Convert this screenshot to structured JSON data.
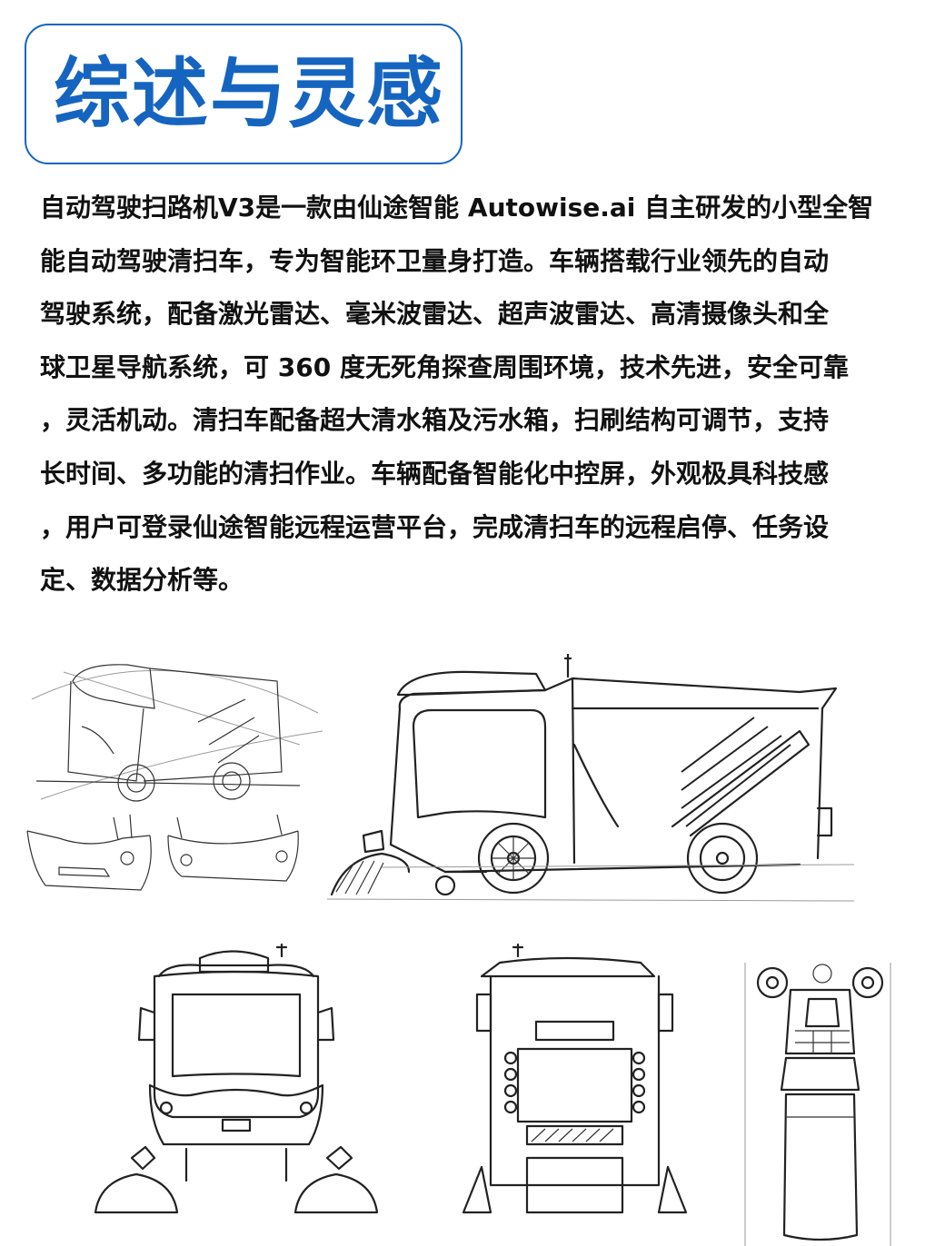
{
  "header": {
    "title": "综述与灵感"
  },
  "description": {
    "lines": [
      "自动驾驶扫路机V3是一款由仙途智能 Autowise.ai 自主研发的小型全智",
      "能自动驾驶清扫车，专为智能环卫量身打造。车辆搭载行业领先的自动",
      "驾驶系统，配备激光雷达、毫米波雷达、超声波雷达、高清摄像头和全",
      "球卫星导航系统，可 360 度无死角探查周围环境，技术先进，安全可靠",
      "，灵活机动。清扫车配备超大清水箱及污水箱，扫刷结构可调节，支持",
      "长时间、多功能的清扫作业。车辆配备智能化中控屏，外观极具科技感",
      "，用户可登录仙途智能远程运营平台，完成清扫车的远程启停、任务设",
      "定、数据分析等。"
    ]
  },
  "colors": {
    "accent": "#1565c0",
    "text": "#111111",
    "sketch_line": "#222222"
  }
}
